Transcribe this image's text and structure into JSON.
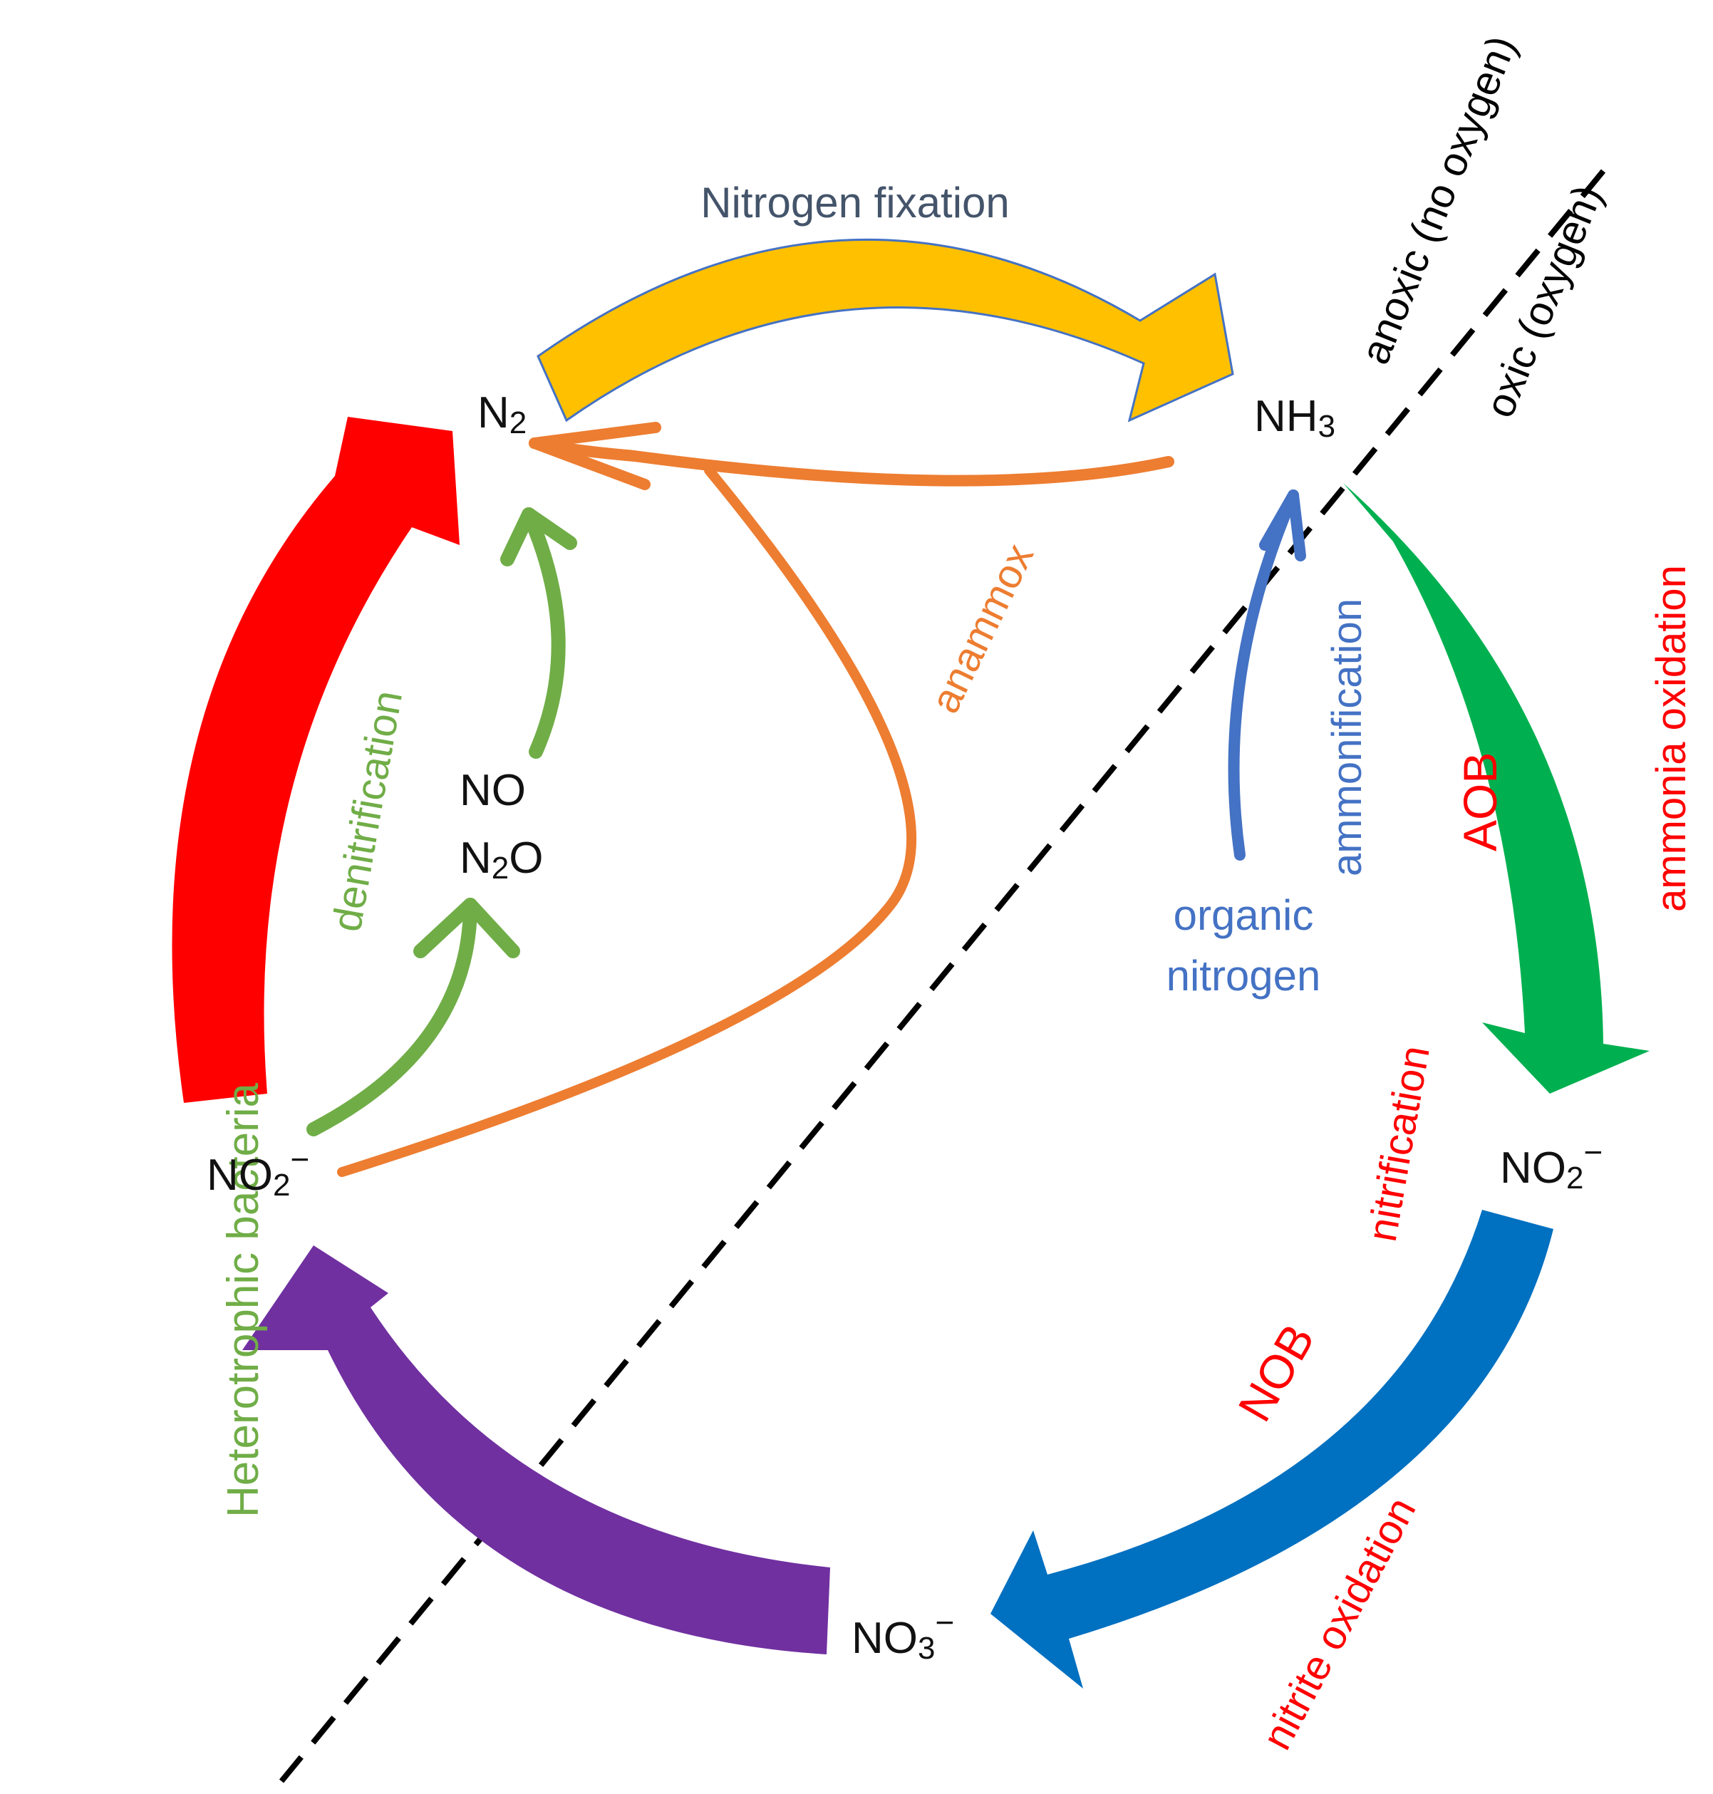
{
  "labels": {
    "nitrogen_fixation": "Nitrogen fixation",
    "anoxic": "anoxic (no oxygen)",
    "oxic": "oxic (oxygen)",
    "anammox": "anammox",
    "denitrification": "denitrification",
    "ammonification": "ammonification",
    "organic_nitrogen_line1": "organic",
    "organic_nitrogen_line2": "nitrogen",
    "aob": "AOB",
    "ammonia_oxidation": "ammonia oxidation",
    "nitrification": "nitrification",
    "nob": "NOB",
    "nitrite_oxidation": "nitrite oxidation",
    "heterotrophic_bacteria": "Heterotrophic bacteria"
  },
  "species": {
    "n2": {
      "base": "N",
      "sub": "2"
    },
    "nh3": {
      "base": "NH",
      "sub": "3"
    },
    "no": "NO",
    "n2o": {
      "a": "N",
      "sub": "2",
      "b": "O"
    },
    "no2_left": {
      "base": "NO",
      "sub": "2",
      "charge": "−"
    },
    "no2_right": {
      "base": "NO",
      "sub": "2",
      "charge": "−"
    },
    "no3": {
      "base": "NO",
      "sub": "3",
      "charge": "−"
    }
  },
  "colors": {
    "fixation": "#FFC000",
    "fixation_outline": "#4472C4",
    "fixation_text": "#44546A",
    "anammox": "#ED7D31",
    "denitrification": "#70AD47",
    "ammonification": "#4472C4",
    "ammonia_oxidation": "#00B050",
    "nitrite_oxidation": "#0070C0",
    "nitrate_reduction": "#7030A0",
    "heterotrophic": "#FF0000",
    "red_text": "#FF0000",
    "black": "#000000"
  }
}
